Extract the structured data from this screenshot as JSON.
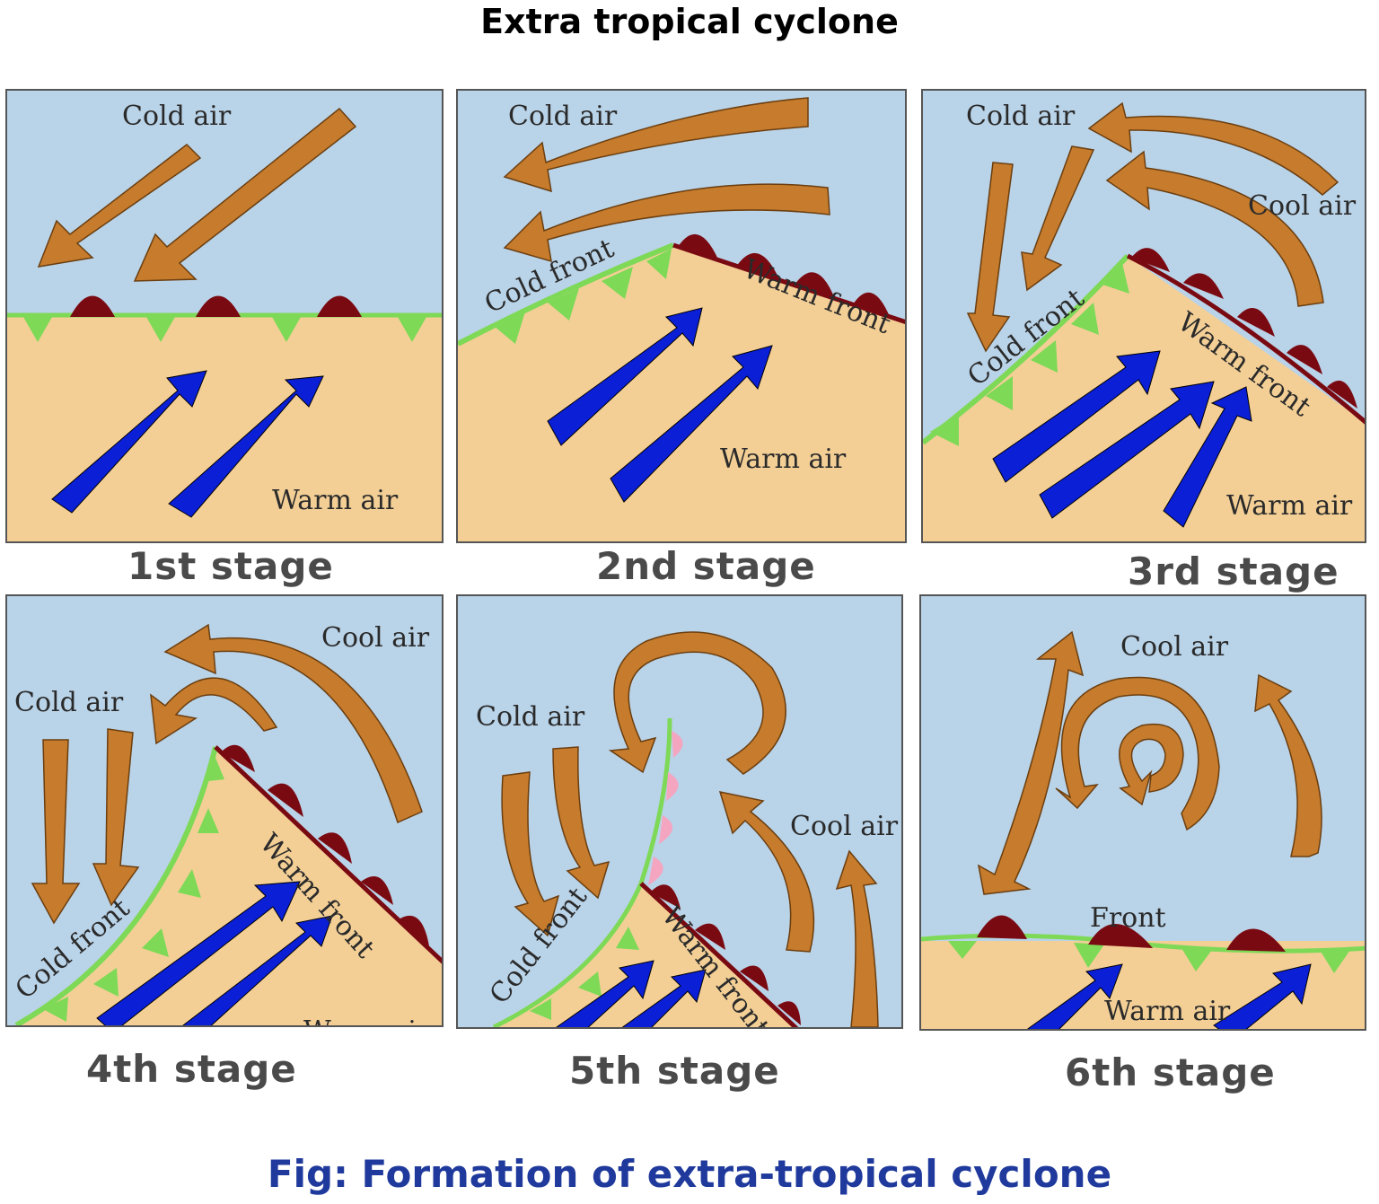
{
  "title": "Extra tropical cyclone",
  "caption": "Fig: Formation of extra-tropical cyclone",
  "colors": {
    "cold_sky": "#b9d3e8",
    "warm_ground": "#f3cf96",
    "cold_air_arrow": "#c67c2c",
    "warm_air_arrow": "#0a1fd6",
    "cold_front": "#7ed957",
    "warm_front": "#7a0a12"
  },
  "stages": [
    {
      "stage_label": "1st stage",
      "labels": [
        "Cold air",
        "Warm air"
      ]
    },
    {
      "stage_label": "2nd stage",
      "labels": [
        "Cold air",
        "Cold front",
        "Warm front",
        "Warm air"
      ]
    },
    {
      "stage_label": "3rd stage",
      "labels": [
        "Cold air",
        "Cool air",
        "Cold front",
        "Warm front",
        "Warm air"
      ]
    },
    {
      "stage_label": "4th stage",
      "labels": [
        "Cool air",
        "Cold air",
        "Cold front",
        "Warm front",
        "Warm air"
      ]
    },
    {
      "stage_label": "5th stage",
      "labels": [
        "Cold air",
        "Cool air",
        "Cold front",
        "Warm front"
      ]
    },
    {
      "stage_label": "6th stage",
      "labels": [
        "Cool air",
        "Front",
        "Warm air"
      ]
    }
  ]
}
